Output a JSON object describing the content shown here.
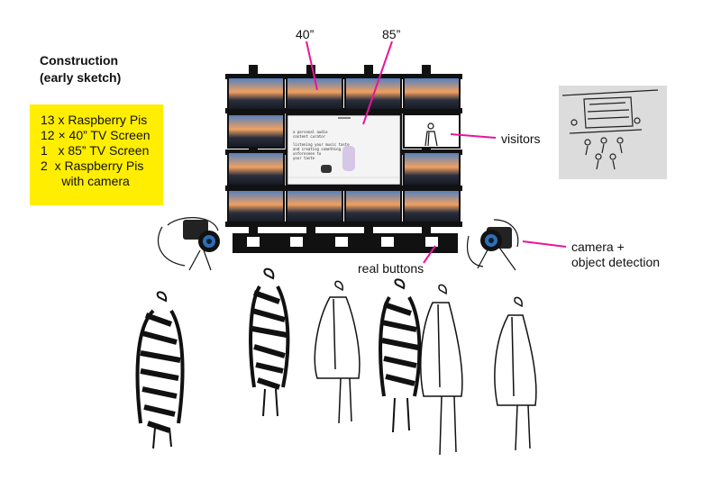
{
  "title": {
    "line1": "Construction",
    "line2": "(early sketch)"
  },
  "specs": [
    "13 x Raspberry Pis",
    "12 × 40” TV Screen",
    "1   x 85” TV Screen",
    "2  x Raspberry Pis",
    "      with camera"
  ],
  "labels": {
    "tv40": "40”",
    "tv85": "85”",
    "visitors": "visitors",
    "buttons": "real buttons",
    "camera1": "camera +",
    "camera2": "object detection"
  },
  "screen_text": [
    "a personal audio",
    "content curator",
    "listening your music taste",
    "and creating something",
    "unforeseen to",
    "your taste"
  ],
  "colors": {
    "accent": "#e8159a",
    "highlight": "#ffee00"
  }
}
